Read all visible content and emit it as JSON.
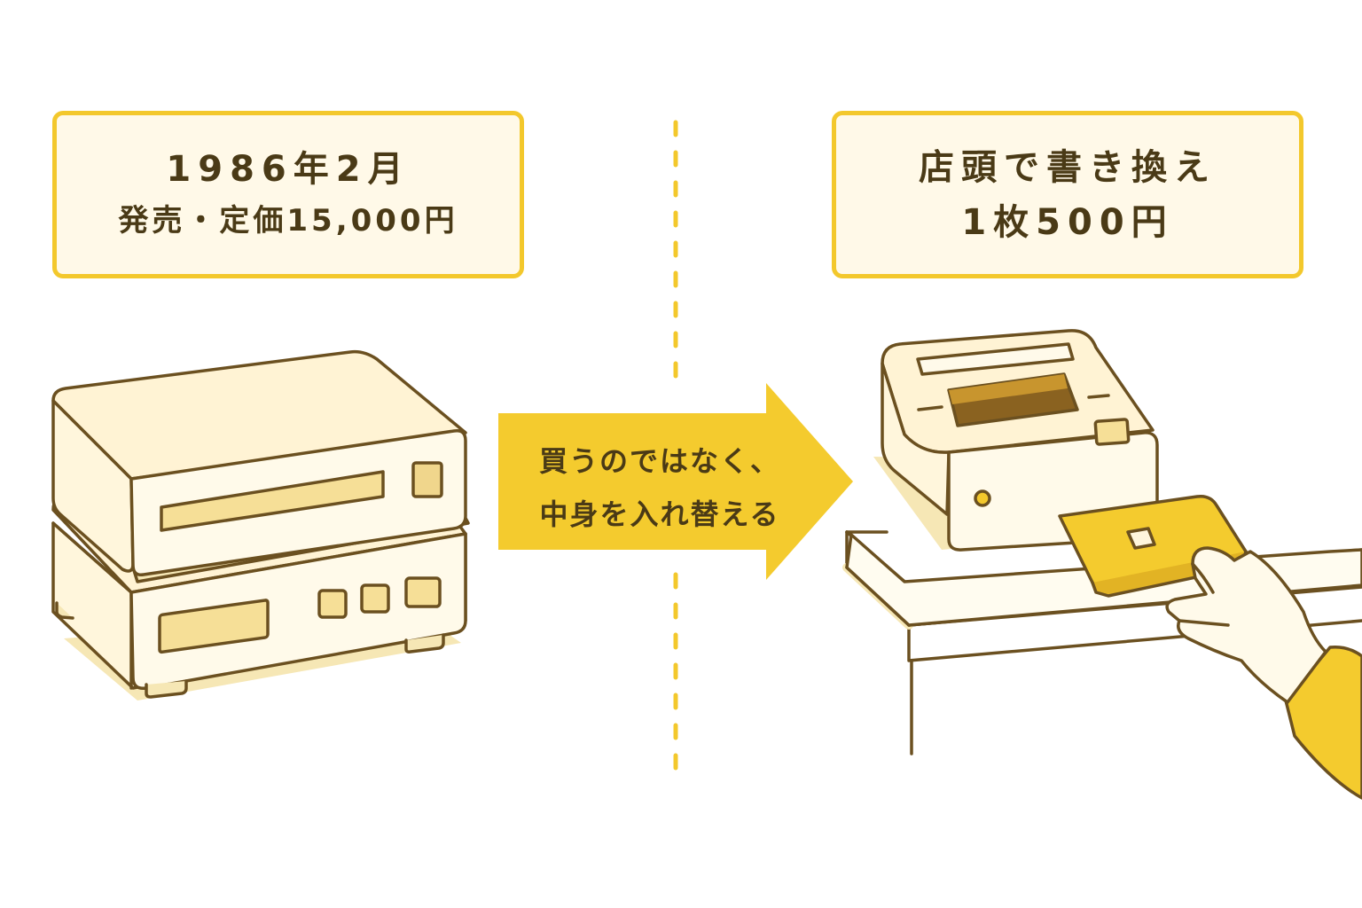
{
  "colors": {
    "accent": "#f3c82c",
    "arrow": "#f4cb2e",
    "outline": "#6b5020",
    "device_fill": "#fff6dc",
    "device_shade": "#f6e7b5",
    "text": "#4a3a16"
  },
  "left_box": {
    "line1": "1986年2月",
    "line2": "発売・定価15,000円"
  },
  "right_box": {
    "line1": "店頭で書き換え",
    "line2": "1枚500円"
  },
  "arrow": {
    "line1": "買うのではなく、",
    "line2": "中身を入れ替える"
  },
  "icons": {
    "left": "stacked-console-icon",
    "right": "kiosk-writer-machine-icon",
    "hand": "hand-holding-card-icon",
    "divider": "dashed-divider"
  }
}
